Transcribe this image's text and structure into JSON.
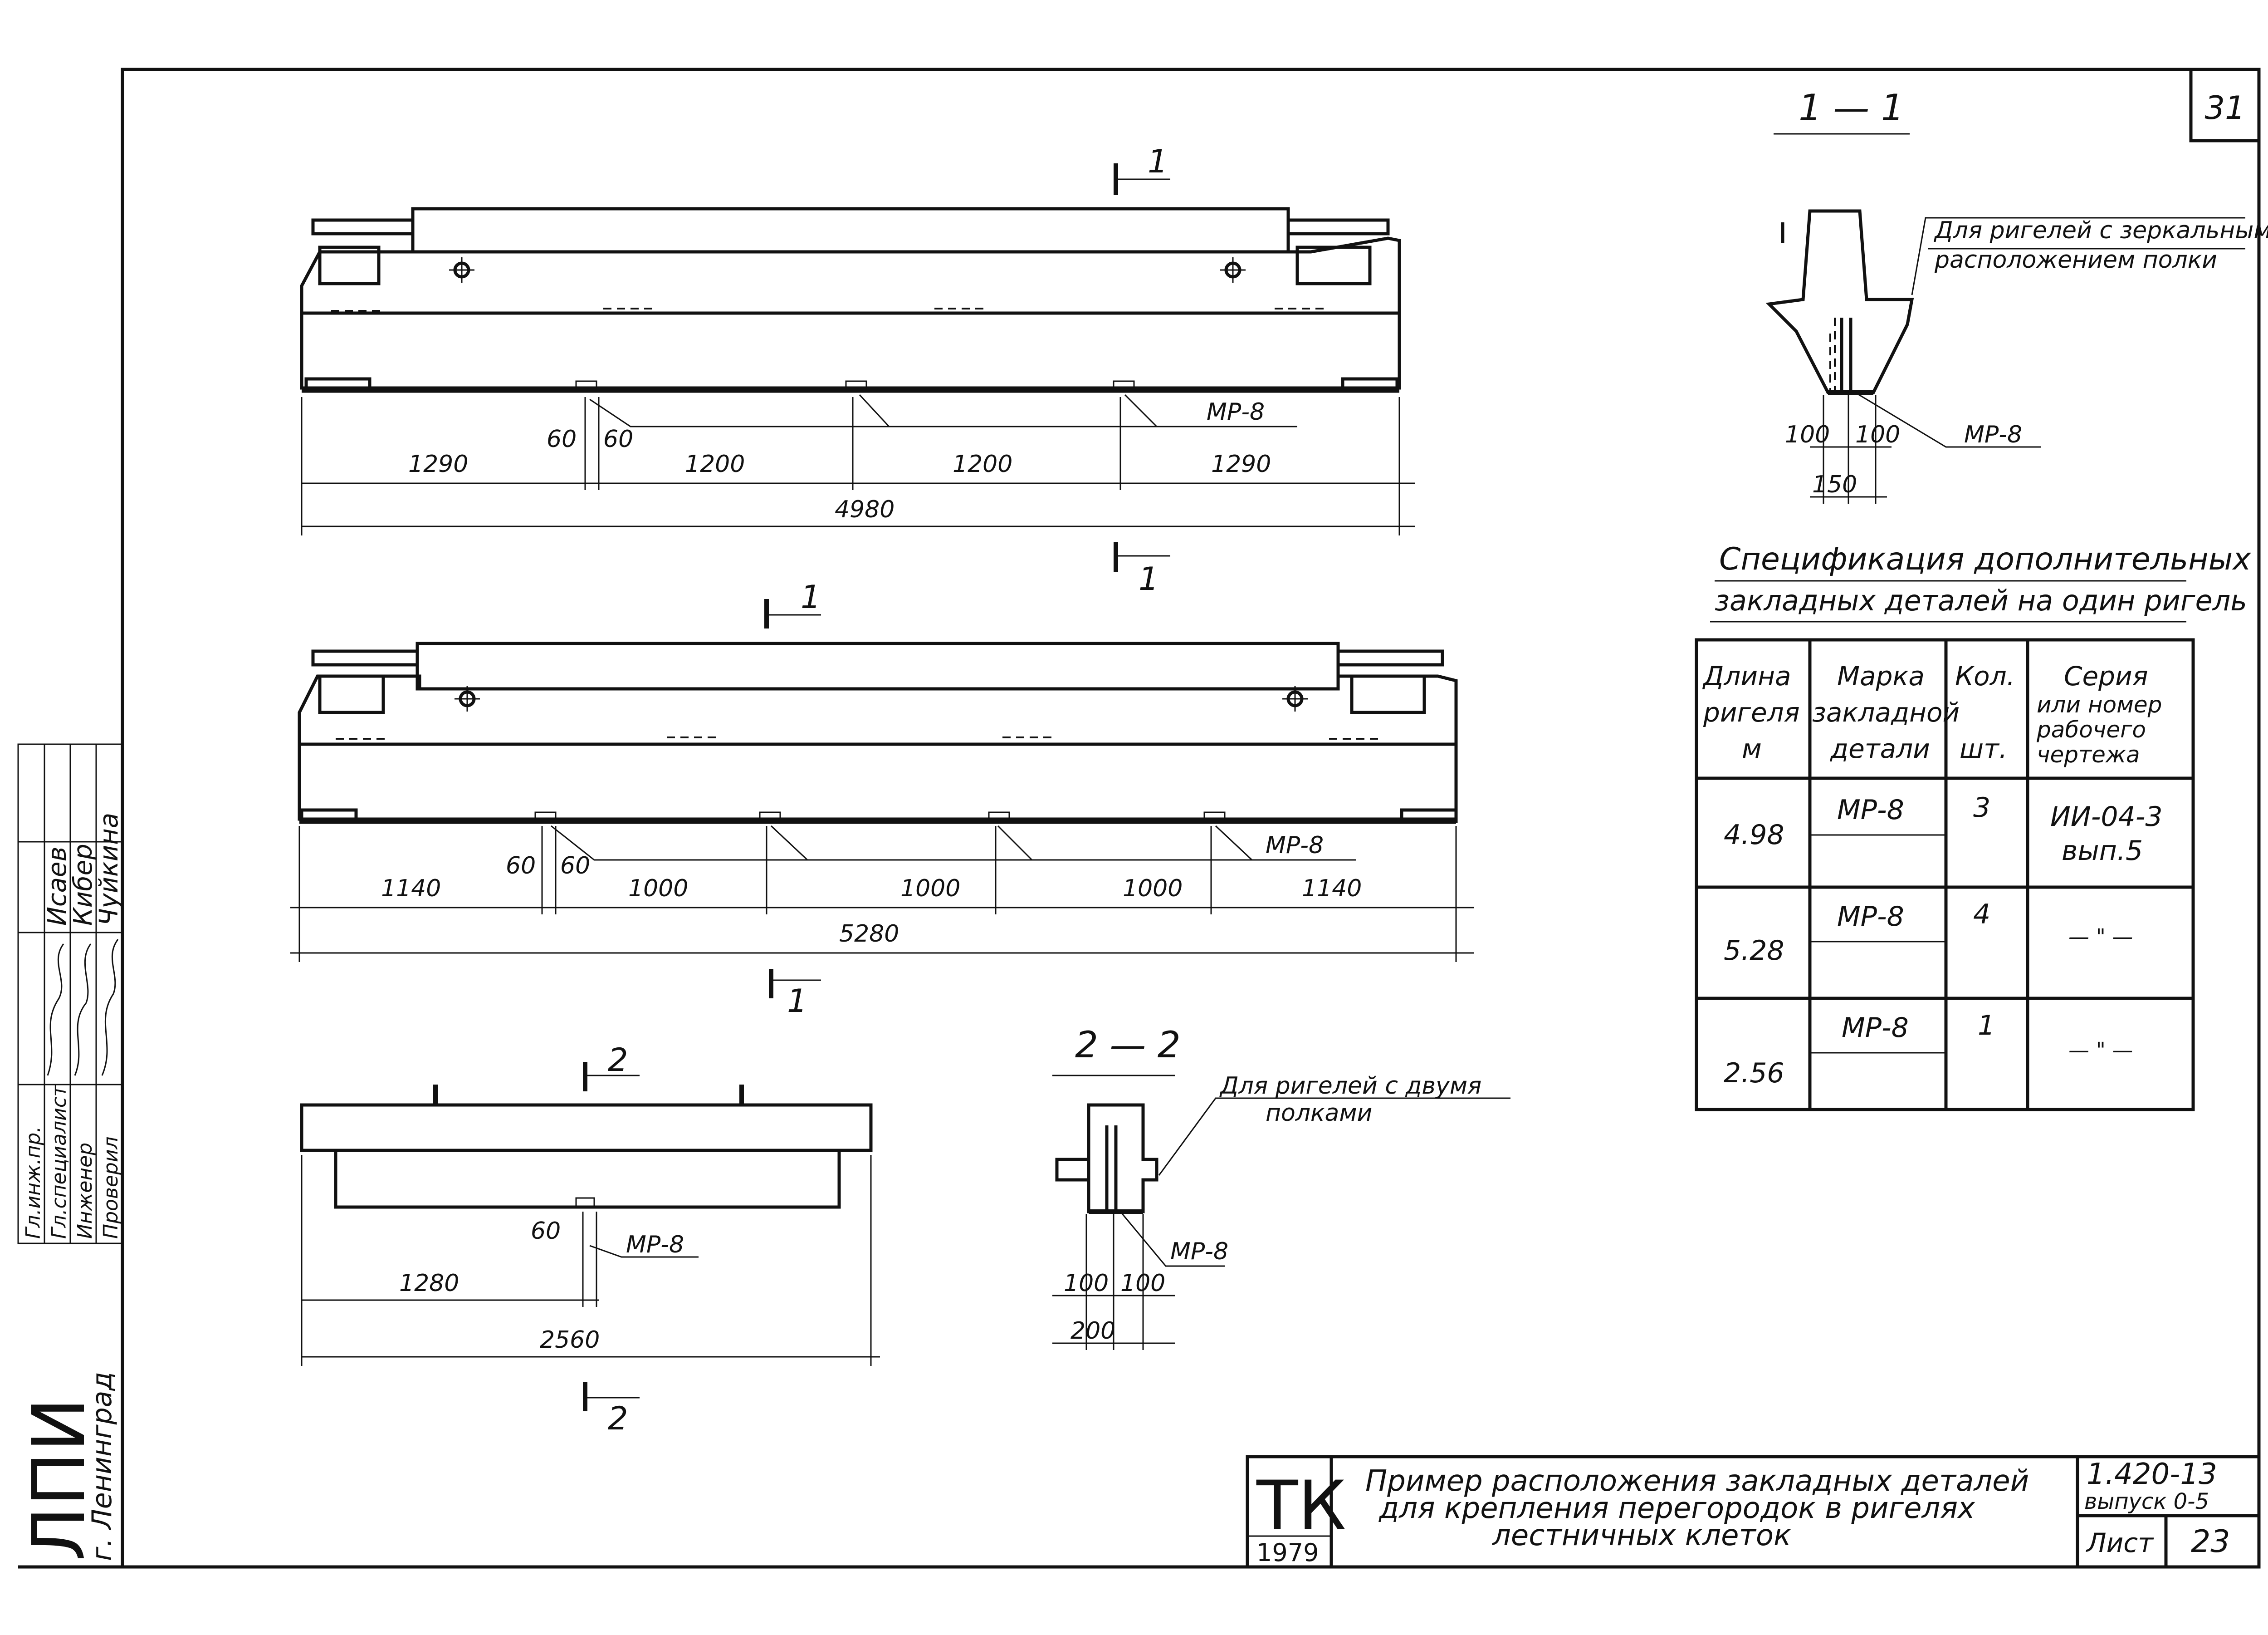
{
  "sheet_number": "31",
  "section_1_1": "1 — 1",
  "section_2_2": "2 — 2",
  "cut_1": "1",
  "cut_2": "2",
  "mark": "МР-8",
  "note_mirror": [
    "Для ригелей с зеркальным",
    "расположением полки"
  ],
  "note_two_shelves": [
    "Для ригелей с двумя",
    "полками"
  ],
  "beam1": {
    "dims": [
      "1290",
      "1200",
      "1200",
      "1290"
    ],
    "total": "4980",
    "gap": [
      "60",
      "60"
    ]
  },
  "beam2": {
    "dims": [
      "1140",
      "1000",
      "1000",
      "1000",
      "1140"
    ],
    "total": "5280",
    "gap": [
      "60",
      "60"
    ]
  },
  "beam3": {
    "half": "1280",
    "total": "2560",
    "gap": "60"
  },
  "section1_dims": {
    "left": "100",
    "right": "100",
    "width": "150"
  },
  "section2_dims": {
    "left": "100",
    "right": "100",
    "width": "200"
  },
  "spec": {
    "title": [
      "Спецификация дополнительных",
      "закладных деталей на один ригель"
    ],
    "headers": [
      [
        "Длина",
        "ригеля",
        "м"
      ],
      [
        "Марка",
        "закладной",
        "детали"
      ],
      [
        "Кол.",
        "шт."
      ],
      [
        "Серия",
        "или номер",
        "рабочего",
        "чертежа"
      ]
    ],
    "rows": [
      {
        "length": "4.98",
        "mark": "МР-8",
        "qty": "3",
        "series": [
          "ИИ-04-3",
          "вып.5"
        ]
      },
      {
        "length": "5.28",
        "mark": "МР-8",
        "qty": "4",
        "series": [
          "— \" —"
        ]
      },
      {
        "length": "2.56",
        "mark": "МР-8",
        "qty": "1",
        "series": [
          "— \" —"
        ]
      }
    ]
  },
  "stamp": {
    "roles": [
      "Гл.инж.пр.",
      "Гл.специалист",
      "Инженер",
      "Проверил"
    ],
    "names": [
      "Исаев",
      "Кибер",
      "Чуйкина"
    ],
    "org": "ЛПИ",
    "city": "г. Ленинград"
  },
  "title_block": {
    "logo": "ТК",
    "year": "1979",
    "title": [
      "Пример расположения закладных деталей",
      "для крепления перегородок в ригелях",
      "лестничных клеток"
    ],
    "code": "1.420-13",
    "issue": "выпуск 0-5",
    "sheet_label": "Лист",
    "sheet_value": "23"
  }
}
